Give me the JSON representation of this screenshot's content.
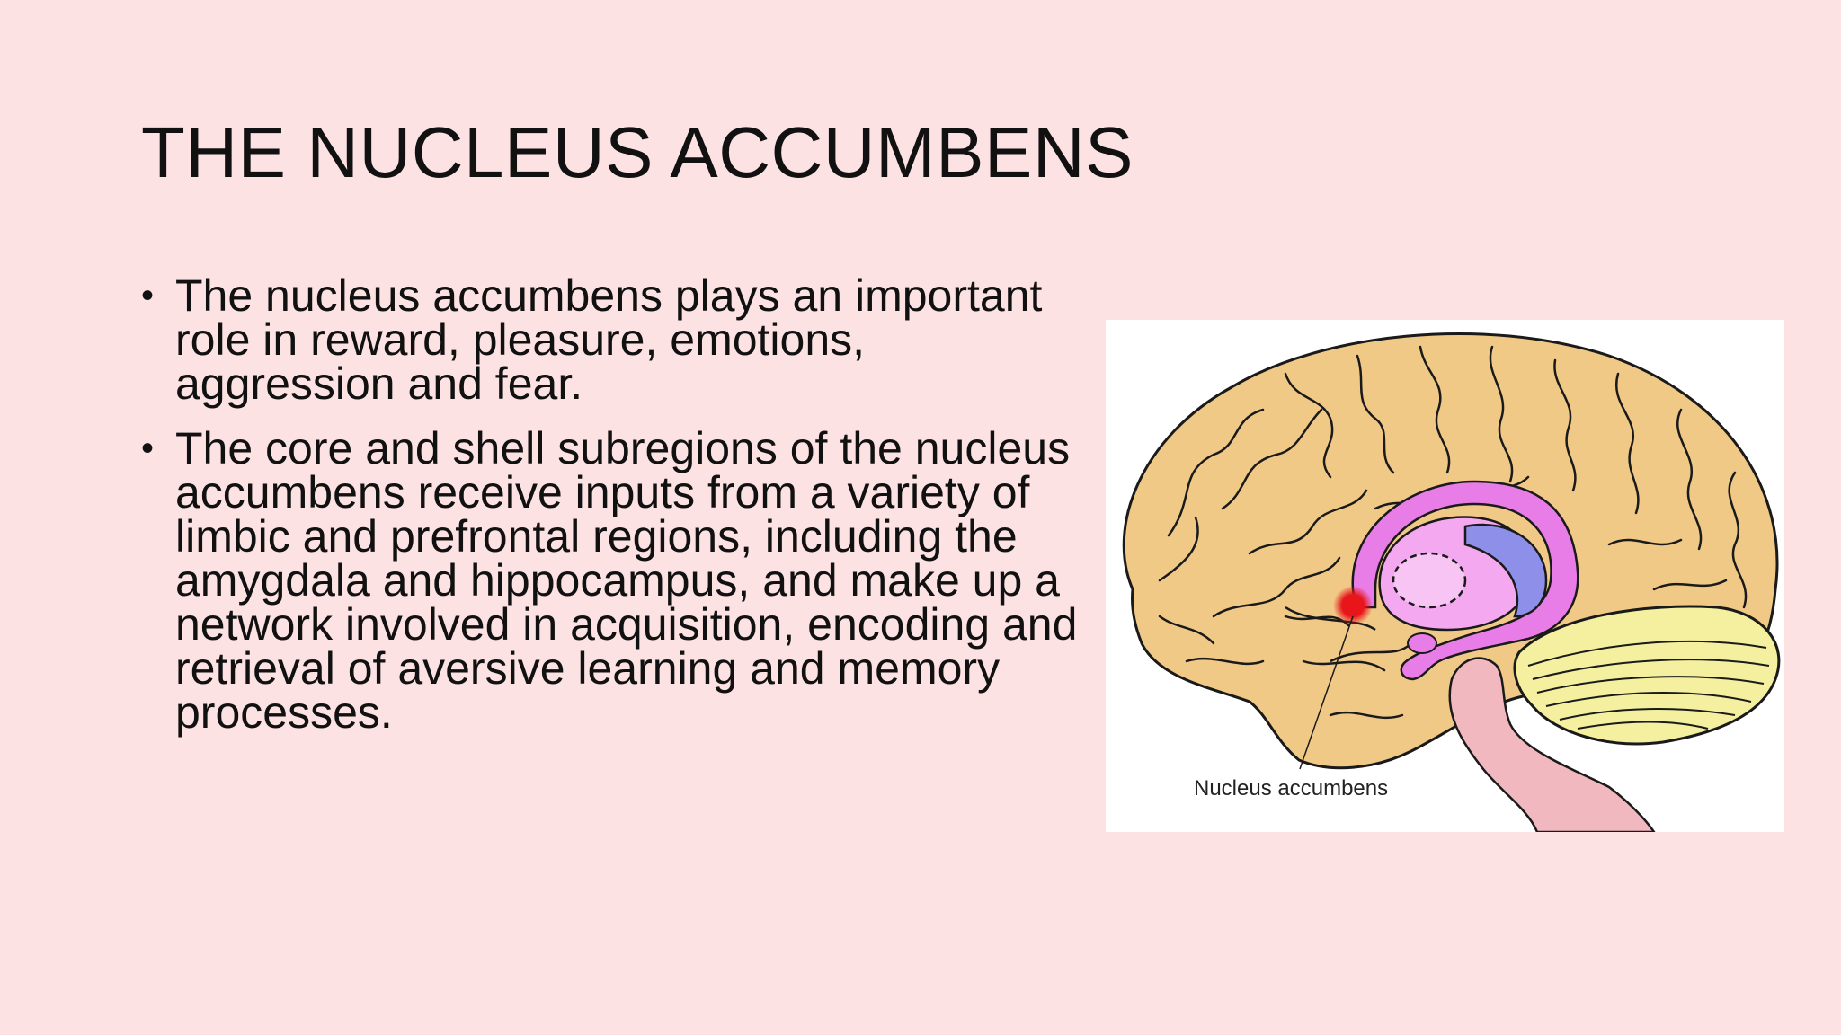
{
  "slide": {
    "title": "THE NUCLEUS ACCUMBENS",
    "bullets": [
      "The nucleus accumbens plays an important role in reward, pleasure, emotions, aggression and fear.",
      "The core and shell subregions of the nucleus accumbens receive inputs from a variety of limbic and prefrontal regions, including the amygdala and hippocampus, and make up a network involved in acquisition, encoding and retrieval of aversive learning and memory processes."
    ],
    "bullet_glyph": "•"
  },
  "figure": {
    "label": "Nucleus accumbens",
    "colors": {
      "cortex": "#f0c987",
      "outline": "#1a1a1a",
      "ventricle": "#e87de8",
      "ventricle_light": "#f3a8f0",
      "blue_region": "#8e8fe8",
      "cerebellum": "#f4f0a0",
      "brainstem": "#f2b8c0",
      "accumbens": "#e8151a"
    }
  },
  "colors": {
    "background": "#fde2e4",
    "text": "#111111"
  }
}
